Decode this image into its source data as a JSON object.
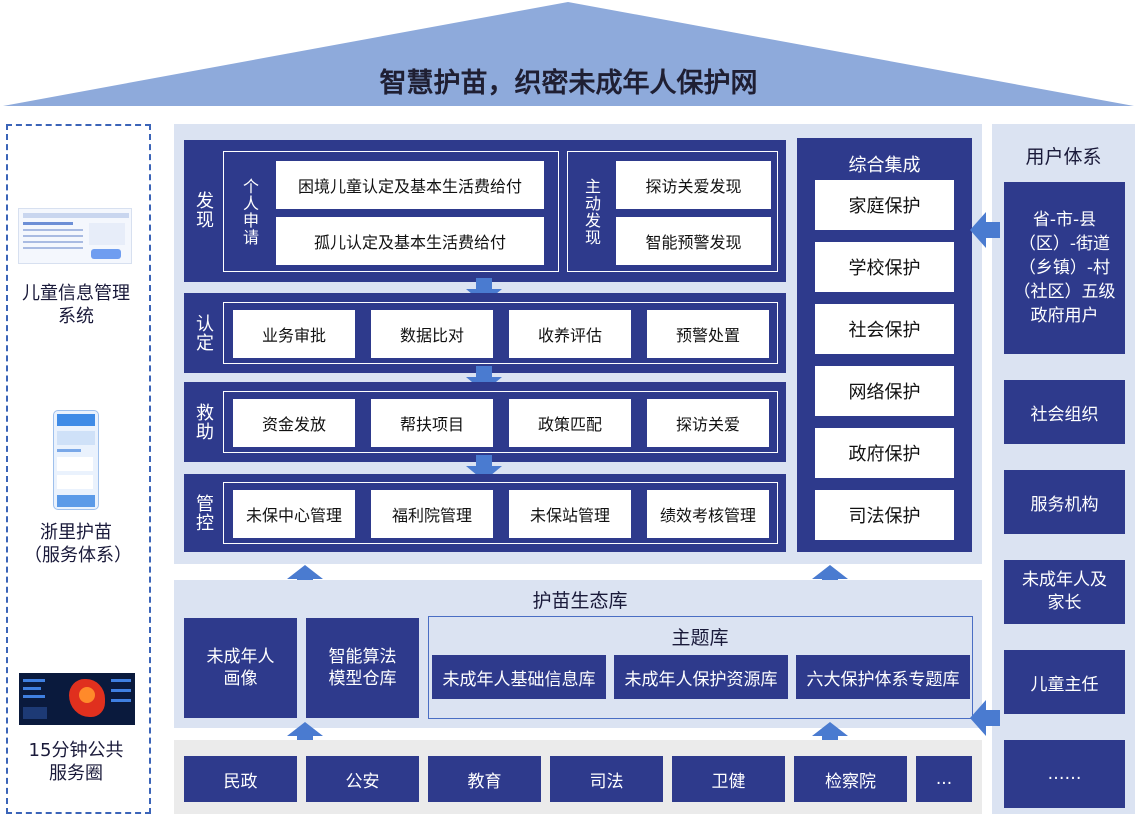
{
  "title": "智慧护苗，织密未成年人保护网",
  "left_panel": {
    "items": [
      {
        "label": "儿童信息管理系统"
      },
      {
        "label": "浙里护苗（服务体系）"
      },
      {
        "label": "15分钟公共服务圈"
      }
    ]
  },
  "main": {
    "discover": {
      "label": "发现",
      "personal": {
        "label": "个人申请",
        "items": [
          "困境儿童认定及基本生活费给付",
          "孤儿认定及基本生活费给付"
        ]
      },
      "active": {
        "label": "主动发现",
        "items": [
          "探访关爱发现",
          "智能预警发现"
        ]
      }
    },
    "confirm": {
      "label": "认定",
      "items": [
        "业务审批",
        "数据比对",
        "收养评估",
        "预警处置"
      ]
    },
    "rescue": {
      "label": "救助",
      "items": [
        "资金发放",
        "帮扶项目",
        "政策匹配",
        "探访关爱"
      ]
    },
    "control": {
      "label": "管控",
      "items": [
        "未保中心管理",
        "福利院管理",
        "未保站管理",
        "绩效考核管理"
      ]
    },
    "integrate": {
      "label": "综合集成",
      "items": [
        "家庭保护",
        "学校保护",
        "社会保护",
        "网络保护",
        "政府保护",
        "司法保护"
      ]
    }
  },
  "ecosystem": {
    "label": "护苗生态库",
    "left_items": [
      "未成年人画像",
      "智能算法模型仓库"
    ],
    "theme": {
      "label": "主题库",
      "items": [
        "未成年人基础信息库",
        "未成年人保护资源库",
        "六大保护体系专题库"
      ]
    }
  },
  "sources": [
    "民政",
    "公安",
    "教育",
    "司法",
    "卫健",
    "检察院",
    "..."
  ],
  "user_system": {
    "label": "用户体系",
    "items": [
      "省-市-县（区）-街道（乡镇）-村（社区）五级政府用户",
      "社会组织",
      "服务机构",
      "未成年人及家长",
      "儿童主任",
      "……"
    ]
  },
  "colors": {
    "navy": "#2e3a8c",
    "panel_light": "#dbe3f2",
    "roof": "#8eaadb",
    "arrow": "#4a7bd0"
  }
}
